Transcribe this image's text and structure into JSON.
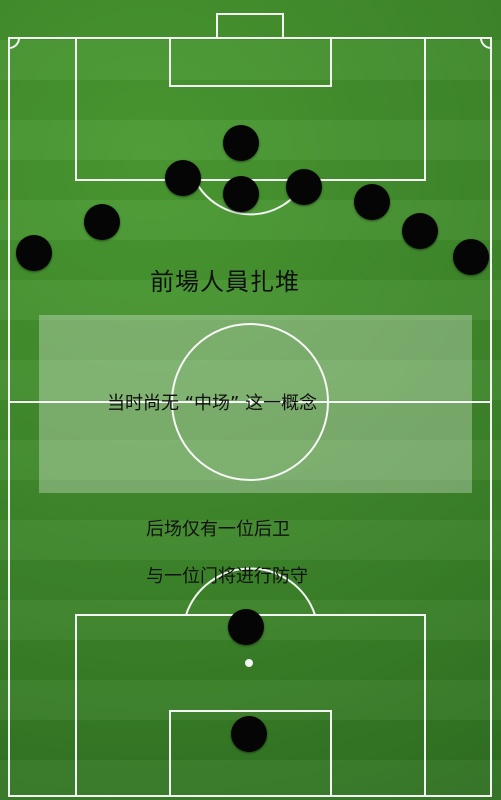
{
  "colors": {
    "grass": "#3f8a2c",
    "line": "#ffffff",
    "player": "#050505",
    "text": "#111111",
    "overlay": "rgba(255,255,255,0.30)"
  },
  "captions": {
    "forwards": "前場人員扎堆",
    "no_midfield": "当时尚无 “中场” 这一概念",
    "defense_line1": "后场仅有一位后卫",
    "defense_line2": "与一位门将进行防守"
  },
  "formation": {
    "forwards": 9,
    "defenders": 1,
    "goalkeepers": 1
  }
}
